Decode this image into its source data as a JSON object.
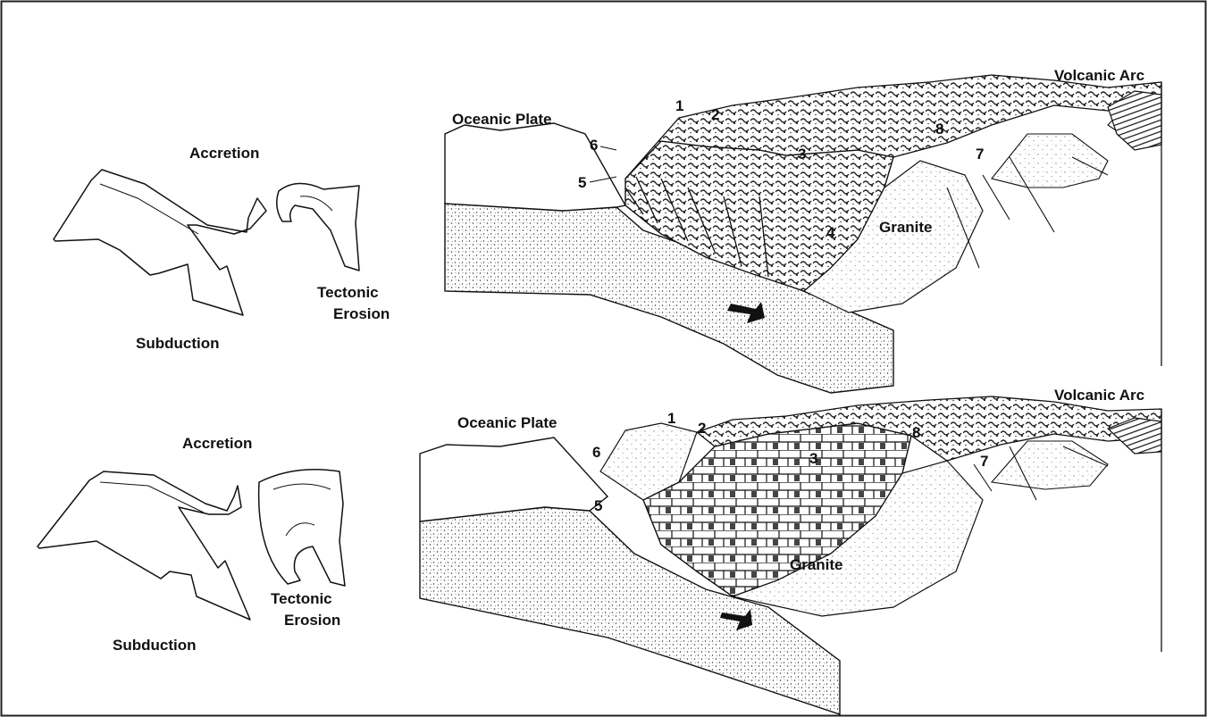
{
  "panels": [
    {
      "id": "top",
      "arrows": {
        "accretion": "Accretion",
        "subduction": "Subduction",
        "erosion_line1": "Tectonic",
        "erosion_line2": "Erosion"
      },
      "block": {
        "oceanic_plate": "Oceanic Plate",
        "volcanic_arc": "Volcanic Arc",
        "granite": "Granite",
        "n1": "1",
        "n2": "2",
        "n3": "3",
        "n4": "4",
        "n5": "5",
        "n6": "6",
        "n7": "7",
        "n8": "8"
      }
    },
    {
      "id": "bottom",
      "arrows": {
        "accretion": "Accretion",
        "subduction": "Subduction",
        "erosion_line1": "Tectonic",
        "erosion_line2": "Erosion"
      },
      "block": {
        "oceanic_plate": "Oceanic Plate",
        "volcanic_arc": "Volcanic Arc",
        "granite": "Granite",
        "n1": "1",
        "n2": "2",
        "n3": "3",
        "n5": "5",
        "n6": "6",
        "n7": "7",
        "n8": "8"
      }
    }
  ],
  "colors": {
    "ink": "#111111",
    "paper": "#ffffff",
    "frame": "#222222"
  }
}
